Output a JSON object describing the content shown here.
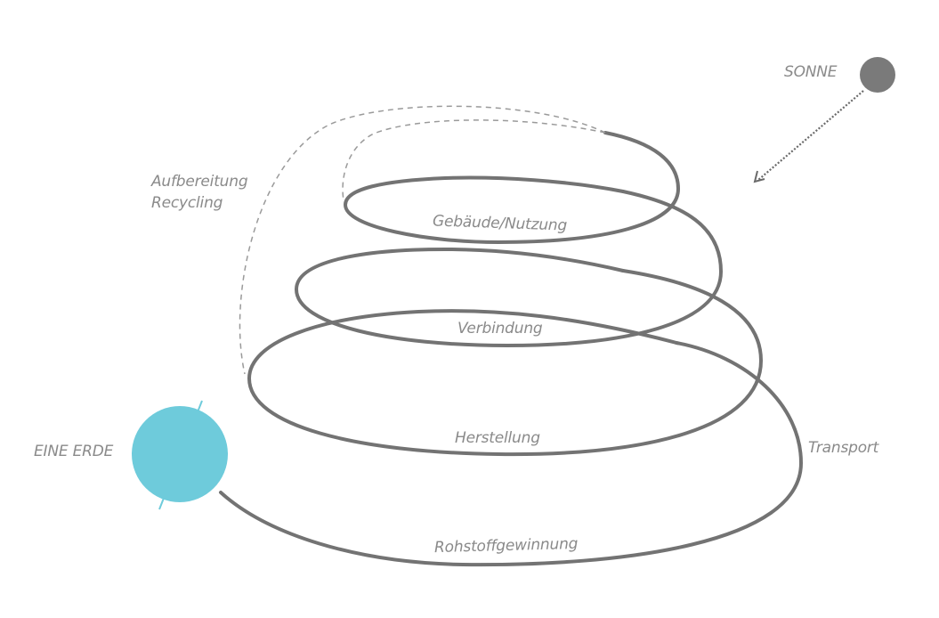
{
  "labels": {
    "sonne": "SONNE",
    "eine_erde": "EINE ERDE",
    "aufbereitung": "Aufbereitung",
    "recycling": "Recycling",
    "gebaeude": "Gebäude/Nutzung",
    "verbindung": "Verbindung",
    "herstellung": "Herstellung",
    "transport": "Transport",
    "rohstoff": "Rohstoffgewinnung"
  },
  "colors": {
    "spiral": "#737373",
    "dashed": "#9a9a9a",
    "earth": "#6ecbdb",
    "sun": "#7a7a7a",
    "text": "#8a8a8a"
  }
}
